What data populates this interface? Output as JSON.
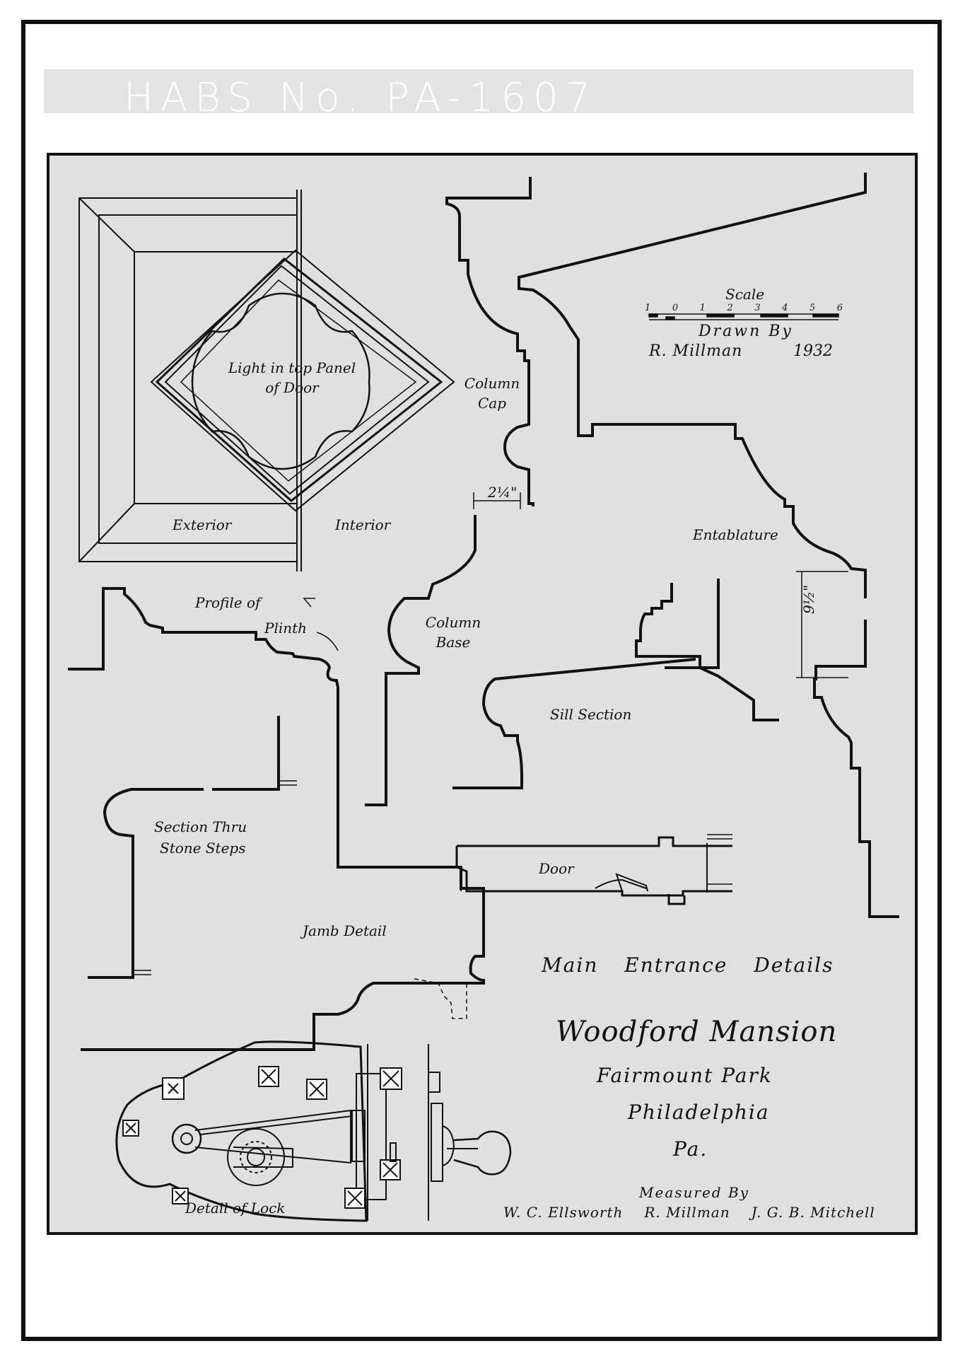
{
  "header": {
    "habs_number": "HABS No. PA-1607"
  },
  "labels": {
    "light_panel": [
      "Light in top Panel",
      "of Door"
    ],
    "exterior": "Exterior",
    "interior": "Interior",
    "column_cap": [
      "Column",
      "Cap"
    ],
    "dim_cap": "2¼\"",
    "column_base": [
      "Column",
      "Base"
    ],
    "profile_plinth": [
      "Profile of",
      "Plinth"
    ],
    "entablature": "Entablature",
    "dim_entablature": "9½\"",
    "sill_section": "Sill Section",
    "section_steps": [
      "Section Thru",
      "Stone Steps"
    ],
    "door": "Door",
    "jamb_detail": "Jamb Detail",
    "detail_lock": "Detail of Lock"
  },
  "scale": {
    "title": "Scale",
    "ticks": [
      "1",
      "0",
      "1",
      "2",
      "3",
      "4",
      "5",
      "6"
    ]
  },
  "drawn_by": {
    "label": "Drawn By",
    "name": "R. Millman",
    "year": "1932"
  },
  "title_block": {
    "subject": "Main Entrance Details",
    "building": "Woodford Mansion",
    "park": "Fairmount Park",
    "city": "Philadelphia",
    "state": "Pa."
  },
  "measured_by": {
    "label": "Measured By",
    "names": [
      "W. C. Ellsworth",
      "R. Millman",
      "J. G. B. Mitchell"
    ]
  }
}
